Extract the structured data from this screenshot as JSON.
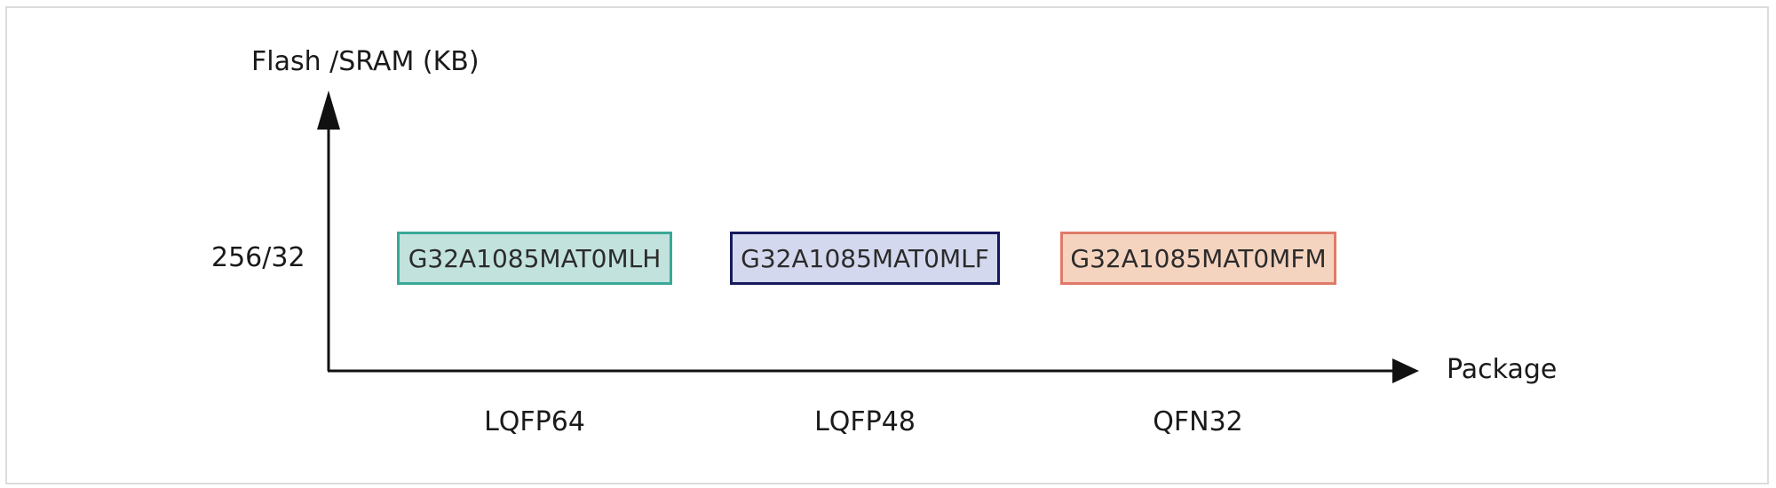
{
  "diagram": {
    "y_axis_title": "Flash /SRAM (KB)",
    "x_axis_title": "Package",
    "y_ticks": [
      "256/32"
    ],
    "x_ticks": [
      "LQFP64",
      "LQFP48",
      "QFN32"
    ],
    "parts": [
      {
        "label": "G32A1085MAT0MLH",
        "package": "LQFP64",
        "memory": "256/32",
        "fill": "#c2e2dd",
        "border": "#3aa897"
      },
      {
        "label": "G32A1085MAT0MLF",
        "package": "LQFP48",
        "memory": "256/32",
        "fill": "#d4d8ee",
        "border": "#151a5c"
      },
      {
        "label": "G32A1085MAT0MFM",
        "package": "QFN32",
        "memory": "256/32",
        "fill": "#f5d4bf",
        "border": "#e07a6a"
      }
    ],
    "axis_color": "#111111"
  }
}
